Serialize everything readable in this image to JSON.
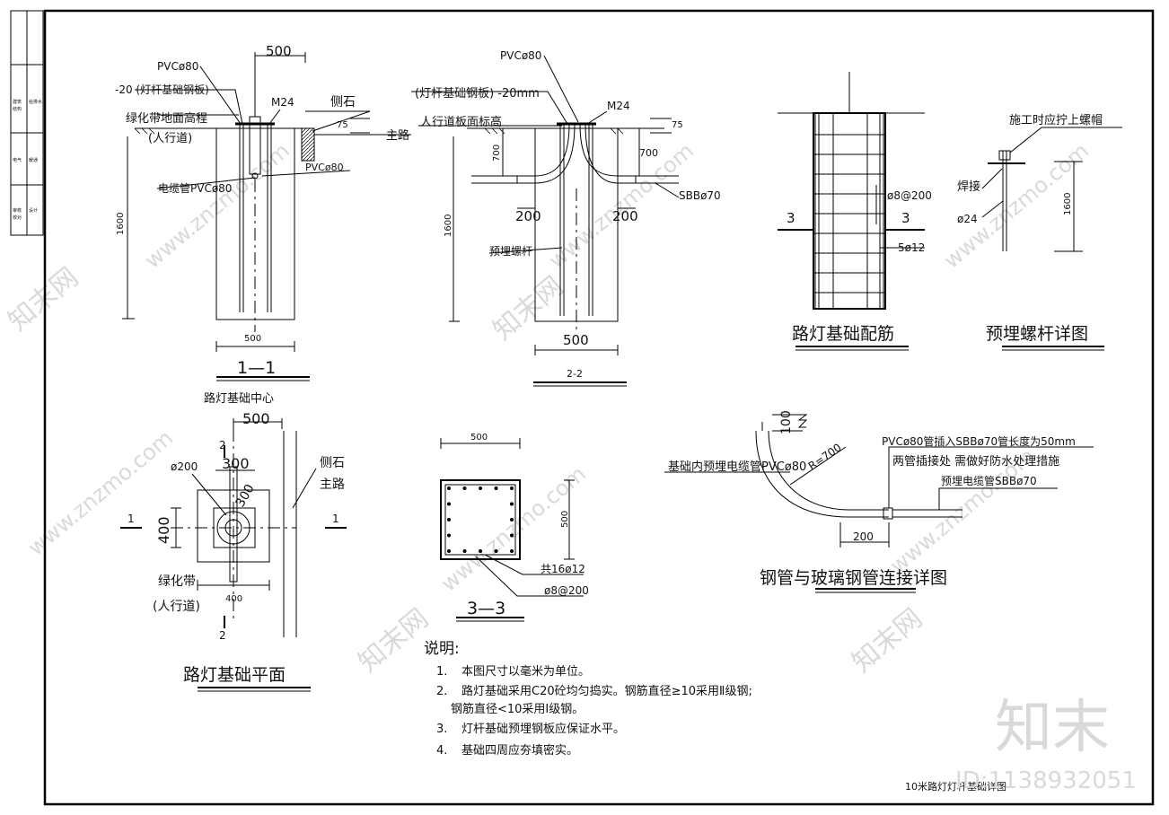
{
  "drawing": {
    "title_block": "10米路灯灯杆基础详图",
    "watermark_brand": "知末",
    "watermark_id": "ID:1138932051",
    "watermark_site": "www.znzmo.com",
    "watermark_logo": "知末网",
    "stamp_chars": [
      "建筑",
      "结构",
      "给排水",
      "电气",
      "暖通",
      "审核",
      "校对",
      "设计"
    ]
  },
  "section_1_1": {
    "title": "1—1",
    "dim_top": "500",
    "dim_depth": "1600",
    "dim_bottom": "500",
    "dim_curb": "75",
    "label_pvc_top": "PVCø80",
    "label_plate": "-20 (灯杆基础钢板)",
    "label_m24": "M24",
    "label_curb": "侧石",
    "label_ground": "绿化带地面高程",
    "label_walk": "(人行道)",
    "label_main_road": "主路",
    "label_pvc_side": "PVCø80",
    "label_cable": "电缆管PVCø80"
  },
  "section_2_2": {
    "title": "2-2",
    "dim_bottom": "500",
    "dim_depth": "1600",
    "dim_700_left": "700",
    "dim_700_right": "700",
    "dim_75": "75",
    "dim_200_left": "200",
    "dim_200_right": "200",
    "label_pvc": "PVCø80",
    "label_plate": "(灯杆基础钢板) -20mm",
    "label_m24": "M24",
    "label_walk": "人行道板面标高",
    "label_sbb": "SBBø70",
    "label_bolt": "预埋螺杆"
  },
  "rebar": {
    "title": "路灯基础配筋",
    "label_3l": "3",
    "label_3r": "3",
    "label_stirrup": "ø8@200",
    "label_main": "5ø12"
  },
  "bolt_detail": {
    "title": "预埋螺杆详图",
    "label_cap": "施工时应拧上螺帽",
    "label_weld": "焊接",
    "label_dia": "ø24",
    "dim_len": "1600"
  },
  "plan": {
    "title": "路灯基础平面",
    "label_center": "路灯基础中心",
    "dim_500": "500",
    "dim_300": "300",
    "dim_300_diag": "300",
    "dim_400_v": "400",
    "dim_400_h": "400",
    "label_d200": "ø200",
    "label_curb": "侧石",
    "label_main_road": "主路",
    "label_green": "绿化带",
    "label_walk": "(人行道)",
    "sec_1_left": "1",
    "sec_1_right": "1",
    "sec_2_top": "2",
    "sec_2_bottom": "2"
  },
  "section_3_3": {
    "title": "3—3",
    "dim_top": "500",
    "dim_side": "500",
    "label_bars": "共16ø12",
    "label_stirrup": "ø8@200"
  },
  "pipe_detail": {
    "title": "钢管与玻璃钢管连接详图",
    "dim_100": "100",
    "dim_r700": "R=700",
    "dim_200": "200",
    "label_inner": "基础内预埋电缆管PVCø80",
    "label_insert": "PVCø80管插入SBBø70管长度为50mm",
    "label_joint": "两管插接处  需做好防水处理措施",
    "label_sbb": "预埋电缆管SBBø70"
  },
  "notes": {
    "heading": "说明:",
    "items": [
      {
        "num": "1.",
        "text": "本图尺寸以毫米为单位。"
      },
      {
        "num": "2.",
        "text": "路灯基础采用C20砼均匀捣实。钢筋直径≥10采用Ⅱ级钢;"
      },
      {
        "num": "",
        "text": "钢筋直径<10采用Ⅰ级钢。"
      },
      {
        "num": "3.",
        "text": "灯杆基础预埋钢板应保证水平。"
      },
      {
        "num": "4.",
        "text": "基础四周应夯填密实。"
      }
    ]
  }
}
